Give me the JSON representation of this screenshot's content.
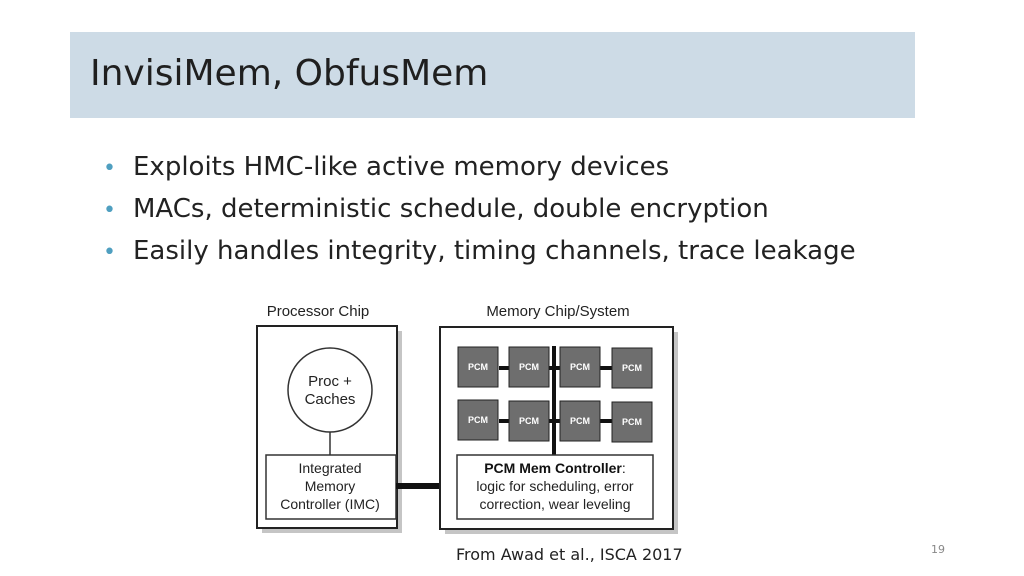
{
  "slide": {
    "title": "InvisiMem, ObfusMem",
    "bullets": [
      "Exploits HMC-like active memory devices",
      "MACs, deterministic schedule, double encryption",
      "Easily handles integrity, timing channels, trace leakage"
    ],
    "caption": "From Awad et al., ISCA 2017",
    "page_number": "19"
  },
  "diagram": {
    "processor_label": "Processor Chip",
    "memory_label": "Memory Chip/System",
    "proc_circle": [
      "Proc +",
      "Caches"
    ],
    "imc": [
      "Integrated",
      "Memory",
      "Controller (IMC)"
    ],
    "pcm_chip": "PCM",
    "mem_controller_bold": "PCM Mem Controller",
    "mem_controller_colon": ":",
    "mem_controller_lines": [
      "logic for scheduling, error",
      "correction, wear leveling"
    ]
  },
  "colors": {
    "title_bar": "#cddbe6",
    "bullet": "#4f9fc0",
    "pcm_chip": "#6e6e6e"
  }
}
